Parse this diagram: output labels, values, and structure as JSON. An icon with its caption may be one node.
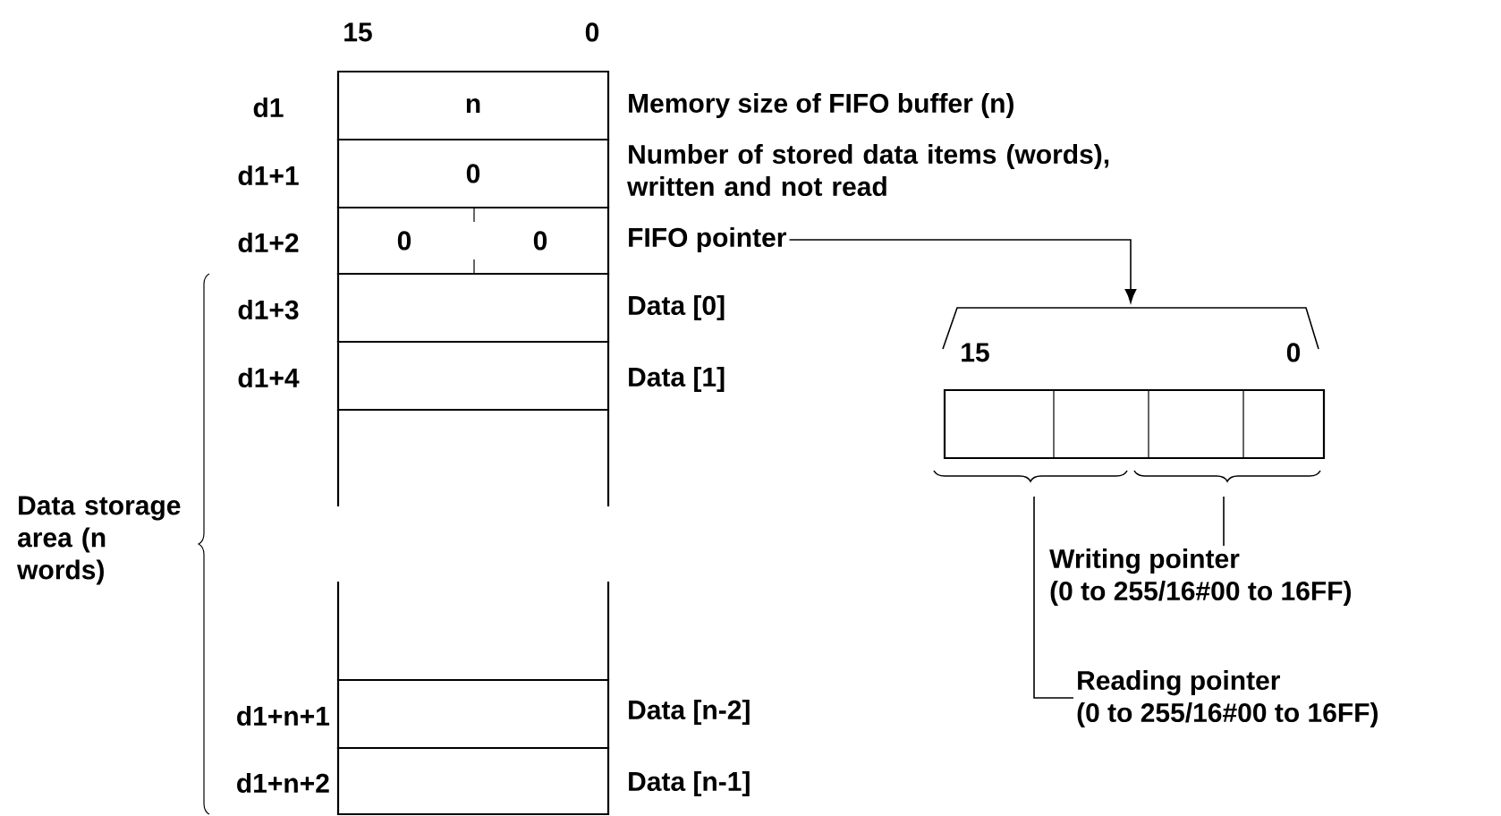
{
  "diagram": {
    "nodes": [
      {
        "text": [
          "n"
        ],
        "beside": [
          "d1",
          "Memory size of FIFO buffer (n)"
        ]
      },
      {
        "text": [
          "0"
        ],
        "beside": [
          "d1+1",
          "Number of stored data items (words), written and not read"
        ]
      },
      {
        "text": [
          "0",
          "0"
        ],
        "beside": [
          "d1+2"
        ]
      },
      {
        "text": [],
        "shape": "box",
        "beside": [
          "d1+3",
          "Data [0]"
        ]
      },
      {
        "text": [],
        "shape": "box",
        "beside": [
          "d1+4",
          "Data [1]"
        ]
      },
      {
        "text": [],
        "shape": "box",
        "beside": [
          "d1+n+1",
          "Data [n-2]"
        ]
      },
      {
        "text": [],
        "shape": "box",
        "beside": [
          "d1+n+2",
          "Data [n-1]"
        ]
      },
      {
        "text": [
          "FIFO pointer"
        ]
      },
      {
        "text": [],
        "shape": "box"
      },
      {
        "text": [
          "Writing pointer",
          "(0 to 255/16#00 to 16FF)"
        ]
      },
      {
        "text": [
          "Reading pointer",
          "(0 to 255/16#00 to 16FF)"
        ]
      }
    ],
    "edges": [
      {
        "from": 7,
        "to": 8,
        "arrow": "to"
      },
      {
        "from": 9,
        "to": 8,
        "arrow": "none"
      },
      {
        "from": 10,
        "to": 8,
        "arrow": "none"
      }
    ],
    "labels": [
      "15",
      "0",
      "Data storage area (n words)",
      "15",
      "0"
    ]
  }
}
